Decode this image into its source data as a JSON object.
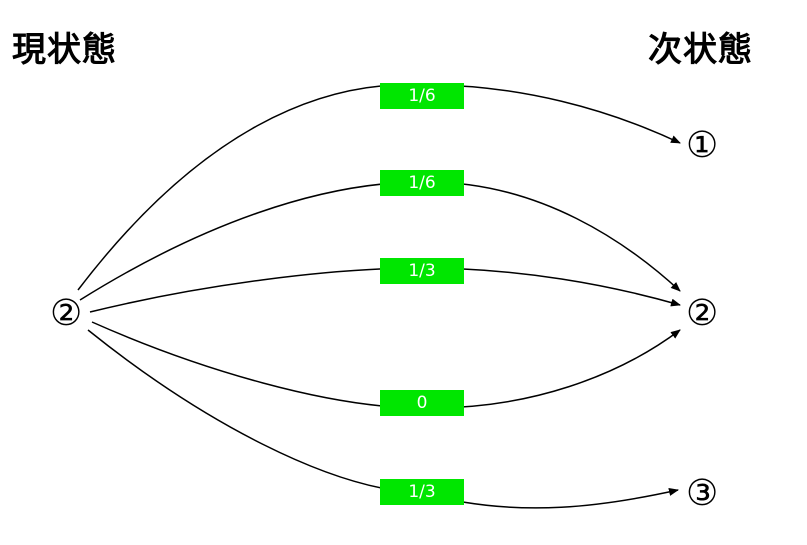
{
  "headings": {
    "current": "現状態",
    "next": "次状態"
  },
  "source_state": "②",
  "target_states": [
    "①",
    "②",
    "③"
  ],
  "transitions": [
    {
      "from": "②",
      "to": "①",
      "probability": "1/6"
    },
    {
      "from": "②",
      "to": "②",
      "probability": "1/6"
    },
    {
      "from": "②",
      "to": "②",
      "probability": "1/3"
    },
    {
      "from": "②",
      "to": "②",
      "probability": "0"
    },
    {
      "from": "②",
      "to": "③",
      "probability": "1/3"
    }
  ],
  "colors": {
    "label_background": "#00e600",
    "label_text": "#ffffff",
    "arrow": "#000000"
  }
}
